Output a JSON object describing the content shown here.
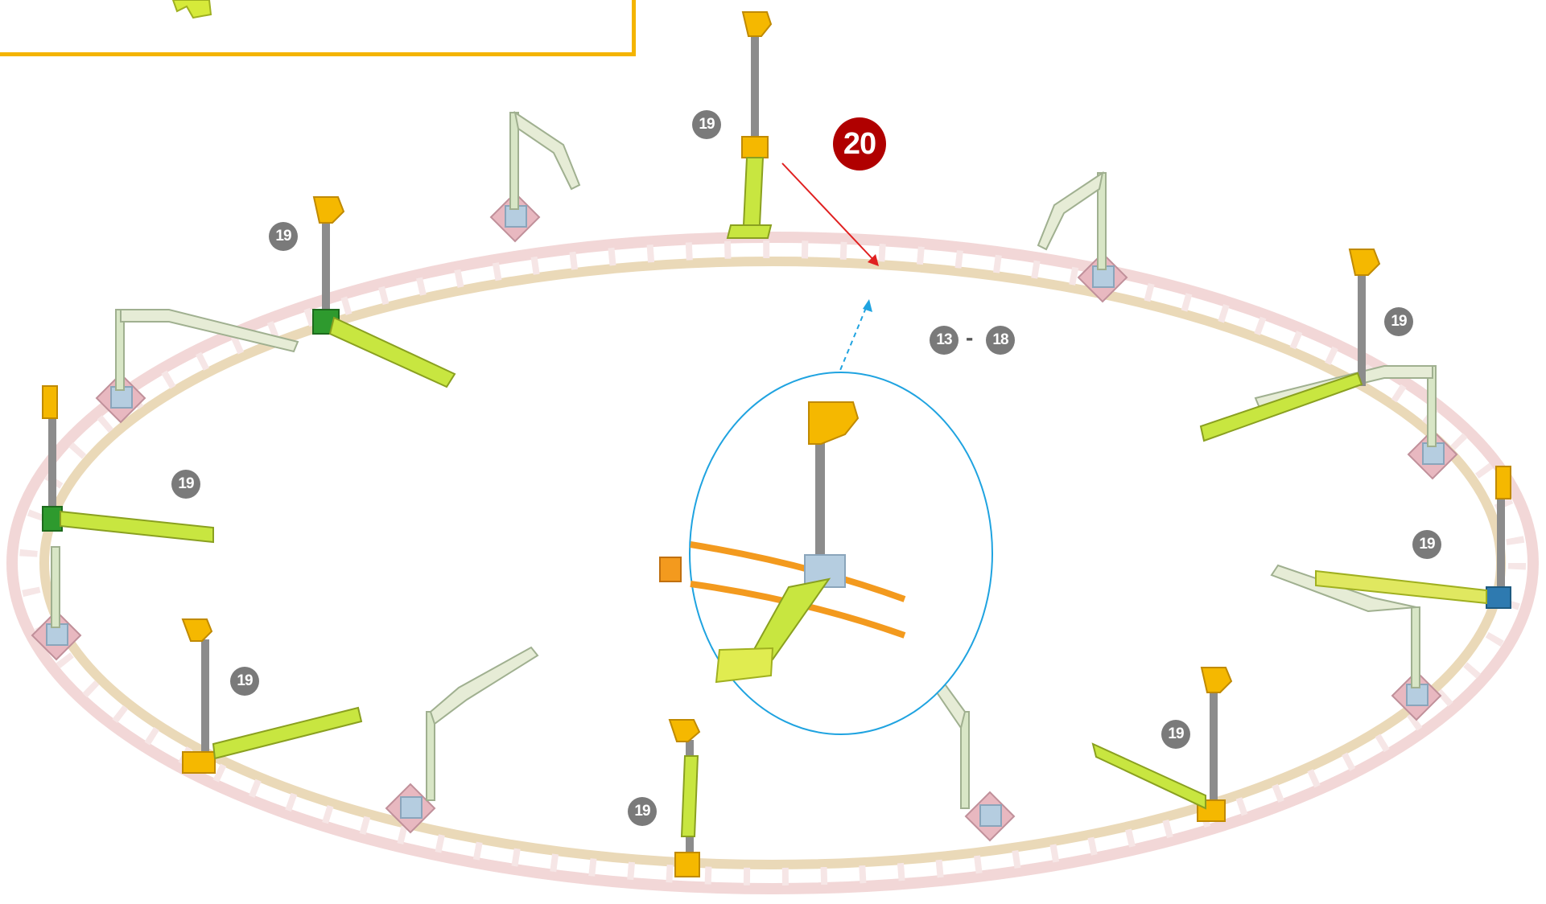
{
  "colors": {
    "frame": "#f4b400",
    "step_badge": "#b00000",
    "sub_badge": "#7a7a7a",
    "track": "#f2d7d7",
    "track_inner": "#ead9b8",
    "connector_yellow": "#f5b800",
    "rod_lime": "#c8e640",
    "rod_pale": "#d8e6c6",
    "rod_gray": "#8c8c8c",
    "hub_pink": "#e8b8c0",
    "hub_blue": "#b5cde0",
    "detail_ellipse": "#1fa3e0",
    "pointer_arrow": "#e02020",
    "detail_track": "#f39a1e"
  },
  "step": {
    "number": "20"
  },
  "range_label": {
    "from": "13",
    "separator": "-",
    "to": "18"
  },
  "sub_steps": [
    "19",
    "19",
    "19",
    "19",
    "19",
    "19",
    "19",
    "19"
  ]
}
